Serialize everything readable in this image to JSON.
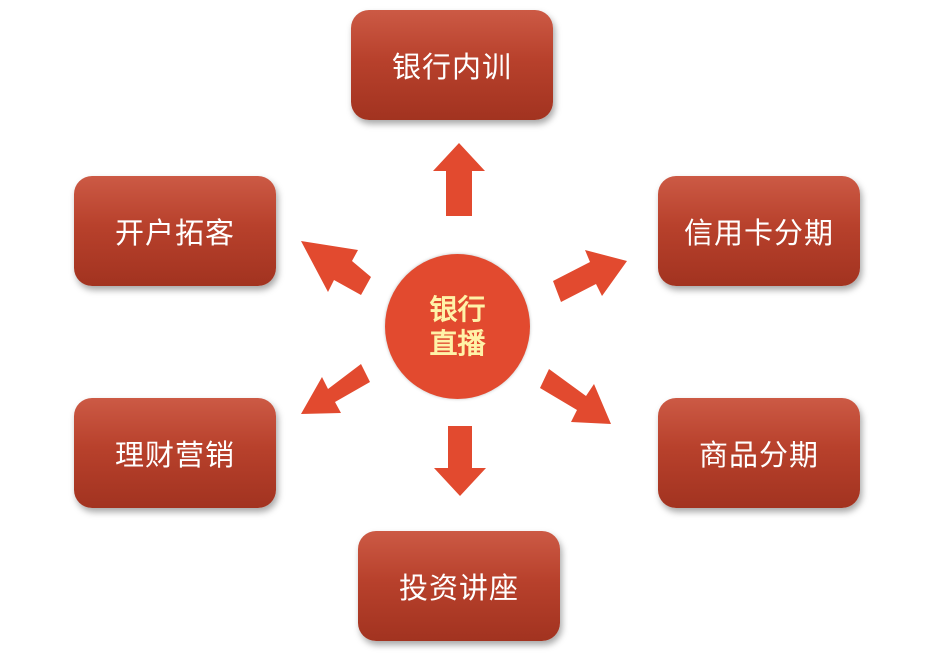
{
  "center": {
    "line1": "银行",
    "line2": "直播"
  },
  "nodes": {
    "top": "银行内训",
    "top_left": "开户拓客",
    "top_right": "信用卡分期",
    "bottom_left": "理财营销",
    "bottom_right": "商品分期",
    "bottom": "投资讲座"
  },
  "colors": {
    "box_fill": "#b8412c",
    "arrow_fill": "#e24a2f",
    "center_fill": "#e24a2f",
    "center_text": "#fff2a8"
  }
}
